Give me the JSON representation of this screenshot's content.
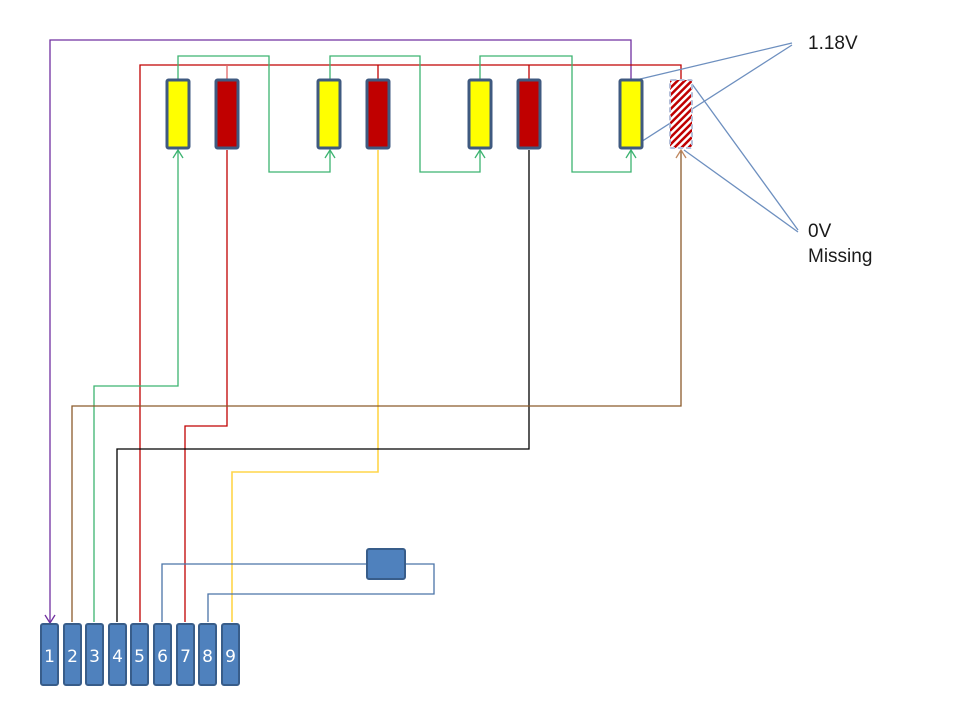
{
  "annotations": {
    "voltage_label": "1.18V",
    "missing_value_label": "0V",
    "missing_word_label": "Missing"
  },
  "connector": {
    "pins": [
      "1",
      "2",
      "3",
      "4",
      "5",
      "6",
      "7",
      "8",
      "9"
    ],
    "color": "#4f81bd",
    "border": "#385d8a"
  },
  "components": [
    {
      "id": "y1",
      "type": "yellow"
    },
    {
      "id": "r1",
      "type": "red"
    },
    {
      "id": "y2",
      "type": "yellow"
    },
    {
      "id": "r2",
      "type": "red"
    },
    {
      "id": "y3",
      "type": "yellow"
    },
    {
      "id": "r3",
      "type": "red"
    },
    {
      "id": "y4",
      "type": "yellow"
    },
    {
      "id": "r4",
      "type": "missing"
    }
  ],
  "colors": {
    "yellow": "#ffff00",
    "red": "#c00000",
    "component_border": "#3f5a80",
    "wire_purple": "#7030a0",
    "wire_red": "#c00000",
    "wire_green": "#3cb371",
    "wire_yellow": "#ffd54a",
    "wire_black": "#000000",
    "wire_brown": "#8b5a2b",
    "wire_blue": "#4a74a8",
    "callout": "#6d8fbf"
  }
}
